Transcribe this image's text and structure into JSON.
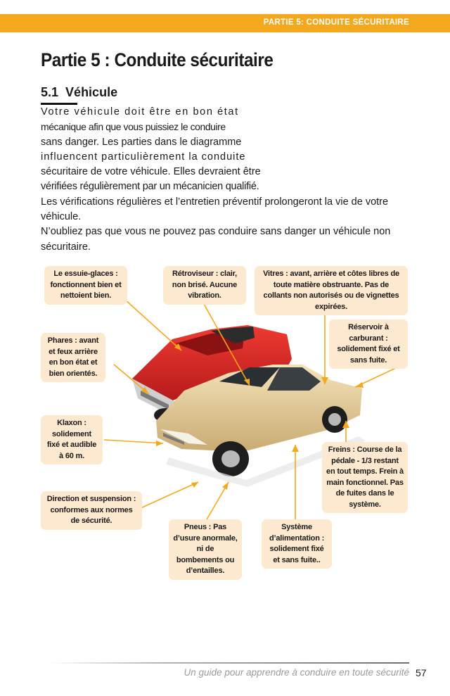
{
  "header": {
    "running_title": "PARTIE 5: CONDUITE SÉCURITAIRE"
  },
  "title": "Partie 5 : Conduite sécuritaire",
  "section": {
    "number": "5.1",
    "title": "Véhicule"
  },
  "body": {
    "narrow_lines": [
      "Votre véhicule doit être en bon état",
      "mécanique afin que vous puissiez le conduire",
      "sans danger. Les parties dans le diagramme",
      "influencent particulièrement la conduite",
      "sécuritaire de votre véhicule. Elles devraient être",
      "vérifiées régulièrement par un mécanicien qualifié."
    ],
    "paragraph_2": "Les vérifications régulières et l’entretien préventif prolongeront la vie de votre véhicule.",
    "paragraph_3": "N’oubliez pas que vous ne pouvez pas conduire sans danger un véhicule non sécuritaire."
  },
  "diagram": {
    "callouts": {
      "wipers": "Le essuie-glaces : fonctionnent bien et nettoient bien.",
      "mirror": "Rétroviseur : clair, non brisé. Aucune vibration.",
      "windows": "Vitres : avant, arrière et côtes libres de toute matière obstruante. Pas de collants non autorisés ou de vignettes expirées.",
      "headlights": "Phares : avant et feux arrière en bon état et bien orientés.",
      "fuel_tank": "Réservoir à carburant : solidement fixé et sans fuite.",
      "horn": "Klaxon : solidement fixé et audible à 60 m.",
      "brakes": "Freins : Course de la pédale - 1/3 restant en tout temps. Frein à main fonctionnel. Pas de fuites dans le système.",
      "steering": "Direction et suspension : conformes aux normes de sécurité.",
      "tires": "Pneus : Pas d’usure anormale, ni de bombements ou d’entailles.",
      "fuel_system": "Système d’alimentation : solidement fixé et sans fuite.."
    },
    "colors": {
      "callout_bg": "#fde9cf",
      "leader": "#f3a81d",
      "truck": "#d61f1f",
      "car": "#d9c08a"
    }
  },
  "footer": {
    "text": "Un guide pour apprendre à conduire en toute sécurité",
    "page_number": "57"
  }
}
